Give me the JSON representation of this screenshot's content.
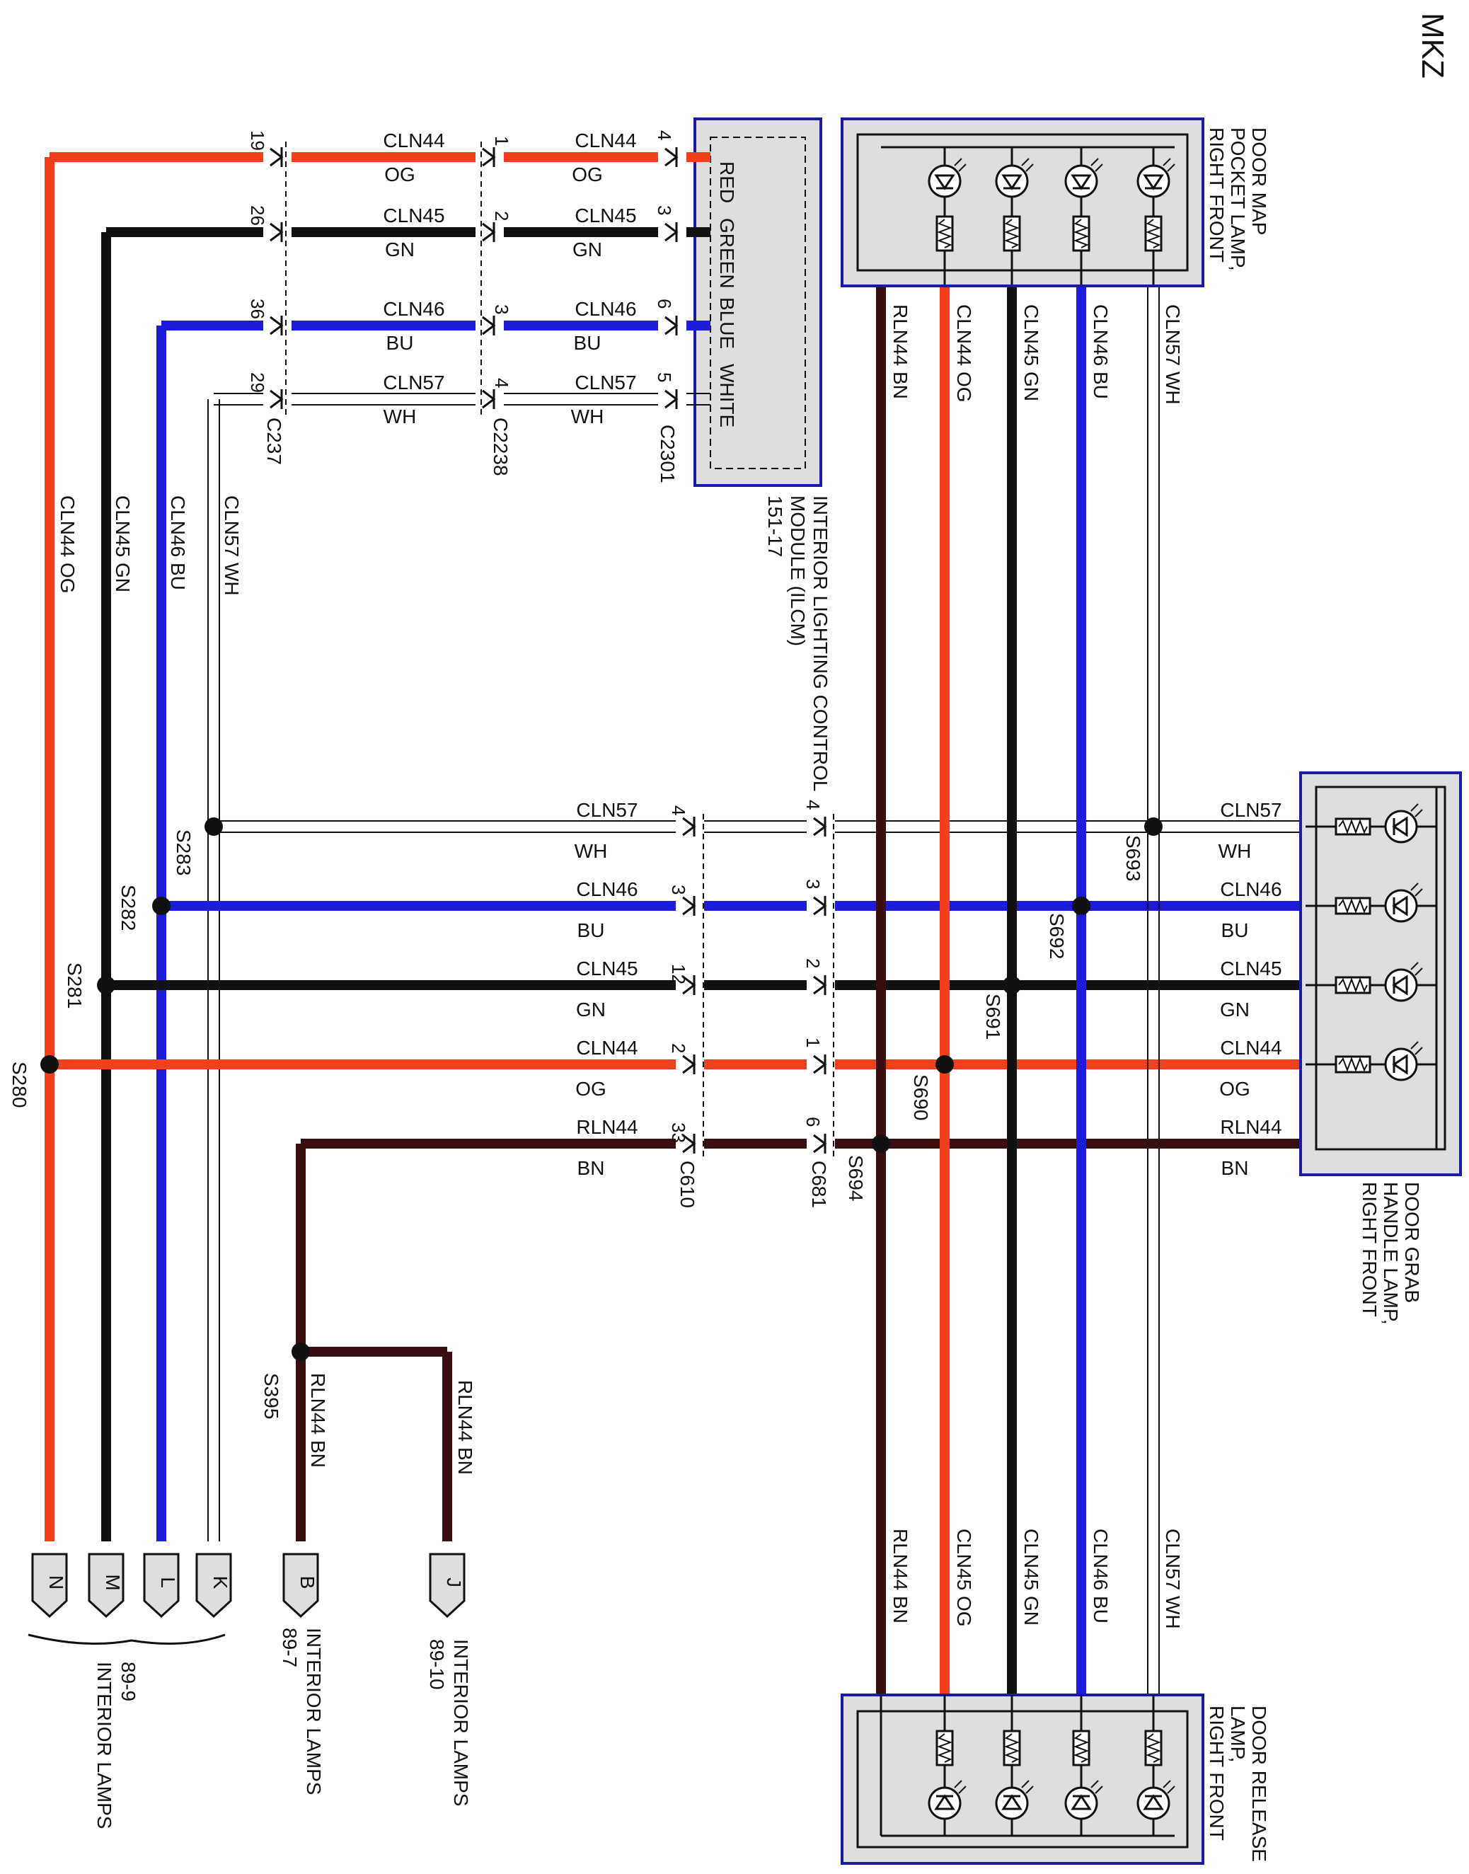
{
  "title": "MKZ",
  "colors": {
    "OG": "#f2401d",
    "GN": "#111111",
    "BU": "#1c1cd9",
    "WH": "#ffffff",
    "BN": "#3a0e0e",
    "module_fill": "#dedede",
    "module_border": "#1a1aa8"
  },
  "modules": {
    "ilcm": {
      "name": "INTERIOR LIGHTING CONTROL MODULE (ILCM)",
      "page": "151-17",
      "pins": [
        "RED",
        "GREEN",
        "BLUE",
        "WHITE"
      ]
    },
    "door_map": {
      "name": "DOOR MAP POCKET LAMP, RIGHT FRONT"
    },
    "door_grab": {
      "name": "DOOR GRAB HANDLE LAMP, RIGHT FRONT"
    },
    "door_release": {
      "name": "DOOR RELEASE LAMP, RIGHT FRONT"
    }
  },
  "connectors": [
    "C237",
    "C2238",
    "C2301",
    "C610",
    "C681"
  ],
  "top_circuits": [
    {
      "circuit": "CLN44",
      "color": "OG",
      "c237_pin": "19",
      "c2238_pin": "1",
      "c2301_pin": "4"
    },
    {
      "circuit": "CLN45",
      "color": "GN",
      "c237_pin": "26",
      "c2238_pin": "2",
      "c2301_pin": "3"
    },
    {
      "circuit": "CLN46",
      "color": "BU",
      "c237_pin": "36",
      "c2238_pin": "3",
      "c2301_pin": "6"
    },
    {
      "circuit": "CLN57",
      "color": "WH",
      "c237_pin": "29",
      "c2238_pin": "4",
      "c2301_pin": "5"
    }
  ],
  "middle_circuits": [
    {
      "circuit": "CLN57",
      "color": "WH",
      "c610_pin": "4",
      "c681_pin": "4",
      "left_splice": "S283",
      "right_splice": "S693"
    },
    {
      "circuit": "CLN46",
      "color": "BU",
      "c610_pin": "3",
      "c681_pin": "3",
      "left_splice": "S282",
      "right_splice": "S692"
    },
    {
      "circuit": "CLN45",
      "color": "GN",
      "c610_pin": "12",
      "c681_pin": "2",
      "left_splice": "S281",
      "right_splice": "S691"
    },
    {
      "circuit": "CLN44",
      "color": "OG",
      "c610_pin": "2",
      "c681_pin": "1",
      "left_splice": "S280",
      "right_splice": "S690"
    },
    {
      "circuit": "RLN44",
      "color": "BN",
      "c610_pin": "33",
      "c681_pin": "6",
      "left_splice": "",
      "right_splice": "S694"
    }
  ],
  "left_runs": [
    {
      "circuit": "CLN44",
      "color": "OG",
      "terminal": "N"
    },
    {
      "circuit": "CLN45",
      "color": "GN",
      "terminal": "M"
    },
    {
      "circuit": "CLN46",
      "color": "BU",
      "terminal": "L"
    },
    {
      "circuit": "CLN57",
      "color": "WH",
      "terminal": "K"
    }
  ],
  "vertical_runs": [
    {
      "circuit": "RLN44",
      "color": "BN"
    },
    {
      "circuit": "CLN44",
      "color": "OG"
    },
    {
      "circuit": "CLN45",
      "color": "GN"
    },
    {
      "circuit": "CLN46",
      "color": "BU"
    },
    {
      "circuit": "CLN57",
      "color": "WH"
    }
  ],
  "bottom_runs": [
    {
      "circuit": "RLN44",
      "color": "BN"
    },
    {
      "circuit": "CLN45",
      "color": "OG"
    },
    {
      "circuit": "CLN45",
      "color": "GN"
    },
    {
      "circuit": "CLN46",
      "color": "BU"
    },
    {
      "circuit": "CLN57",
      "color": "WH"
    }
  ],
  "splice_s395": "S395",
  "rln44_runs": [
    {
      "circuit": "RLN44",
      "color": "BN",
      "terminal": "B"
    },
    {
      "circuit": "RLN44",
      "color": "BN",
      "terminal": "J"
    }
  ],
  "destinations": [
    {
      "page": "89-9",
      "label": "INTERIOR LAMPS"
    },
    {
      "page": "89-7",
      "label": "INTERIOR LAMPS"
    },
    {
      "page": "89-10",
      "label": "INTERIOR LAMPS"
    }
  ]
}
